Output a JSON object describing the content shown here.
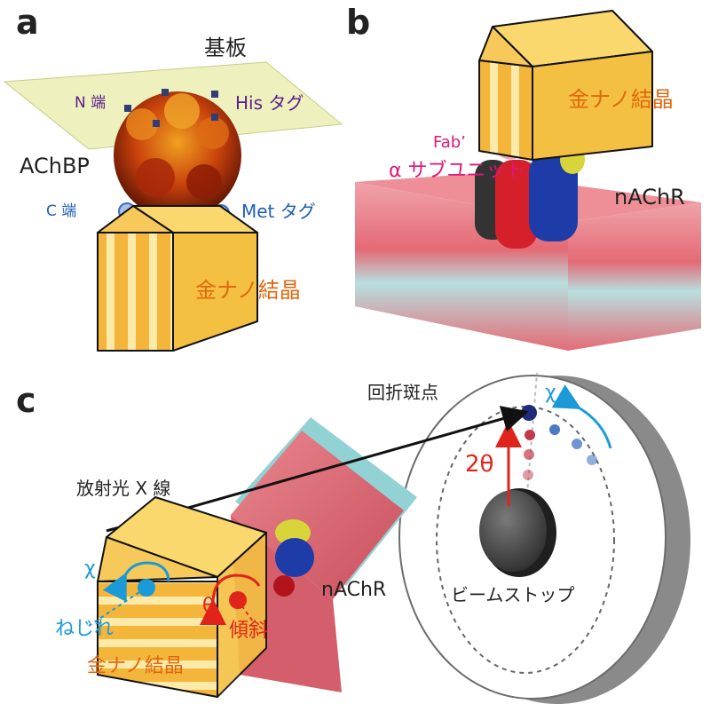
{
  "panels": {
    "a": {
      "letter": "a",
      "substrate": "基板",
      "n_terminus": "N 端",
      "his_tag": "His タグ",
      "protein": "AChBP",
      "c_terminus": "C 端",
      "met_tag": "Met タグ",
      "crystal": "金ナノ結晶"
    },
    "b": {
      "letter": "b",
      "crystal": "金ナノ結晶",
      "fab": "Fab’",
      "alpha_subunit": "α サブユニット",
      "receptor": "nAChR"
    },
    "c": {
      "letter": "c",
      "diffraction_spot": "回折斑点",
      "xray": "放射光 X 線",
      "chi": "χ",
      "two_theta": "2θ",
      "beam_stop": "ビームストップ",
      "receptor": "nAChR",
      "chi_left": "χ",
      "twist": "ねじれ",
      "theta": "θ",
      "tilt": "傾斜",
      "crystal": "金ナノ結晶"
    }
  },
  "colors": {
    "gold": "#f3b53a",
    "gold_light": "#fde9a8",
    "substrate": "#eef0bd",
    "membrane_red": "#e7727d",
    "membrane_cyan": "#8fd3d6",
    "accent_blue": "#1c9ad8",
    "accent_red": "#e0241b"
  }
}
